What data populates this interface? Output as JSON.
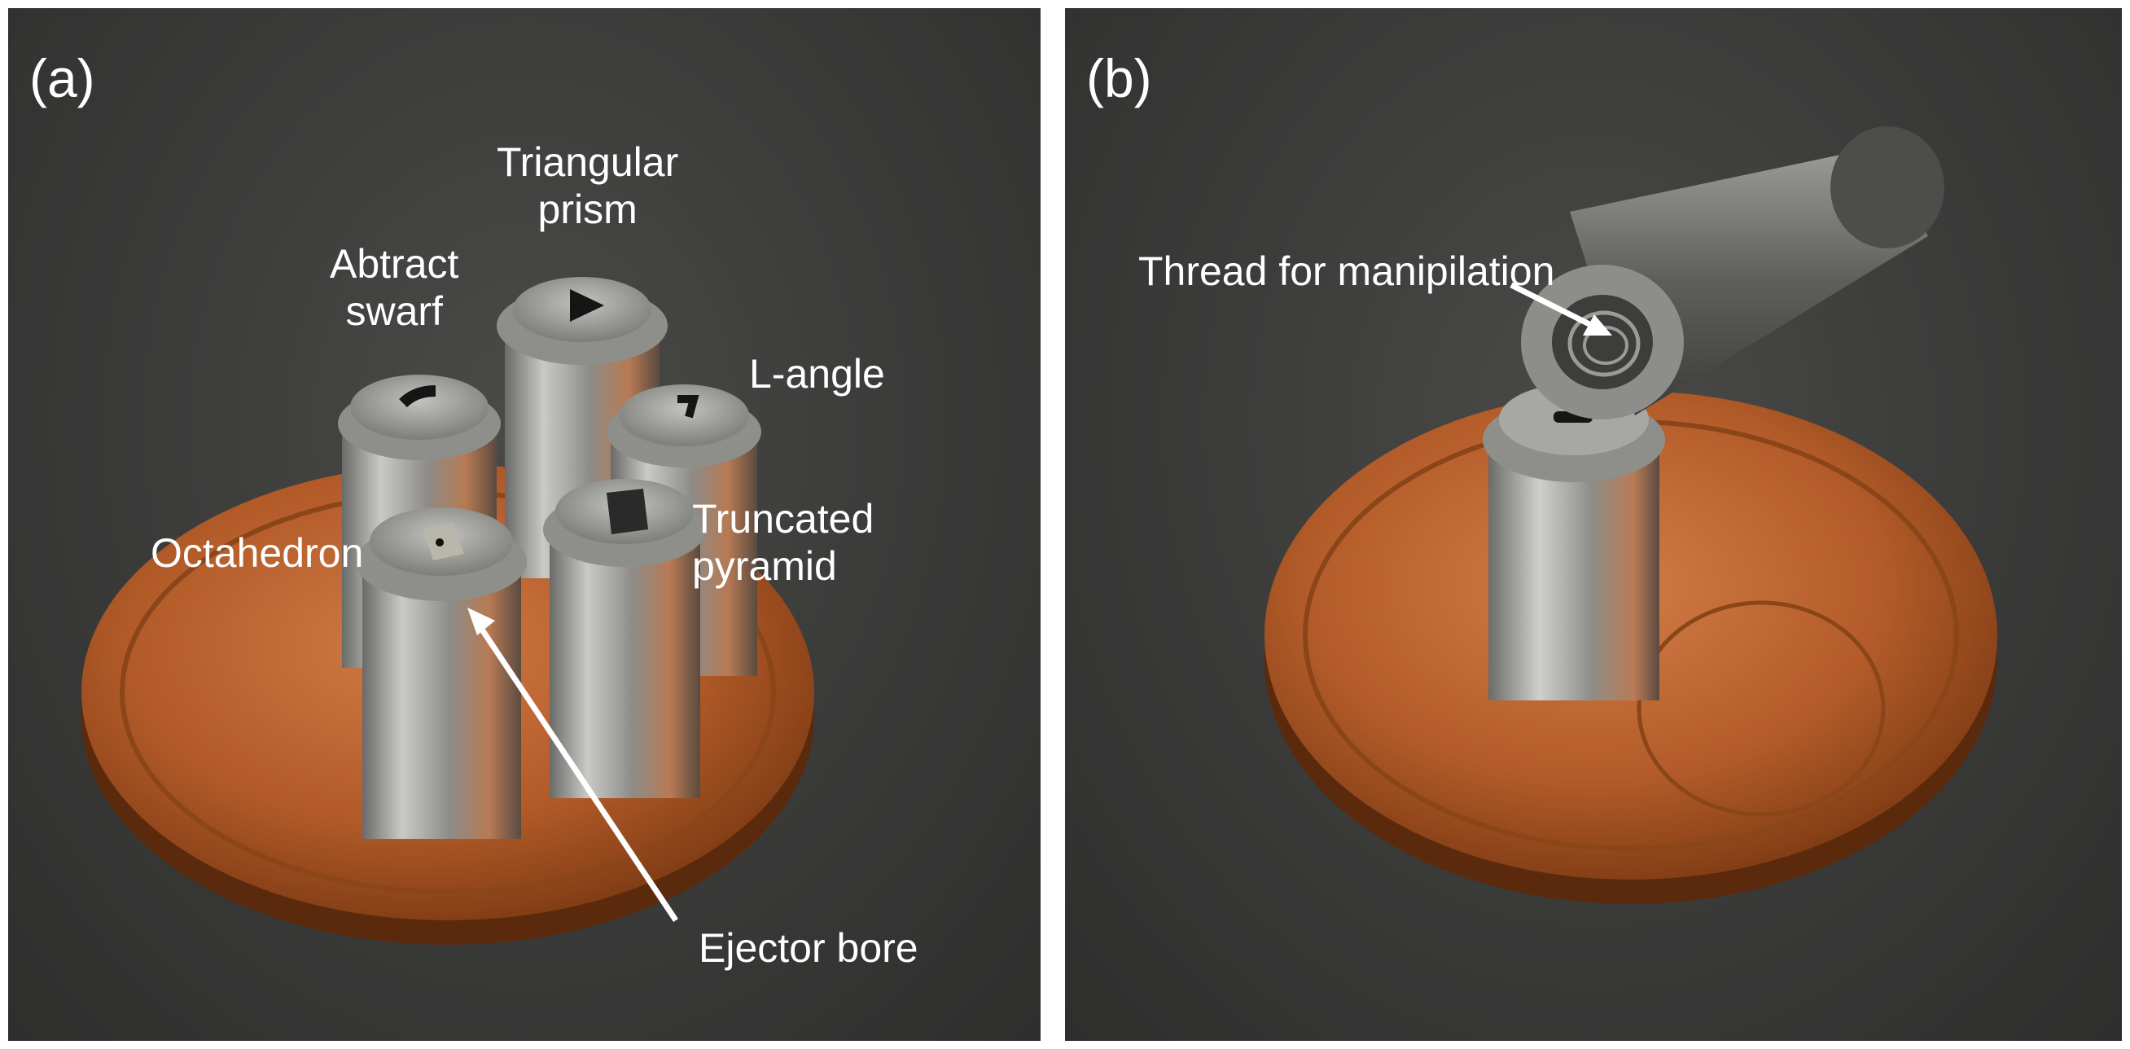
{
  "panel_a": {
    "label": "(a)",
    "callouts": {
      "triangular_prism": [
        "Triangular",
        "prism"
      ],
      "abstract_swarf": [
        "Abtract",
        "swarf"
      ],
      "l_angle": [
        "L-angle"
      ],
      "octahedron": [
        "Octahedron"
      ],
      "truncated_pyramid": [
        "Truncated",
        "pyramid"
      ],
      "ejector_bore": [
        "Ejector bore"
      ]
    }
  },
  "panel_b": {
    "label": "(b)",
    "callouts": {
      "thread": [
        "Thread for manipilation"
      ]
    }
  },
  "colors": {
    "background": "#3a3a39",
    "coin": "#b5622e",
    "steel": "#a9aaa8",
    "text": "#ffffff"
  }
}
